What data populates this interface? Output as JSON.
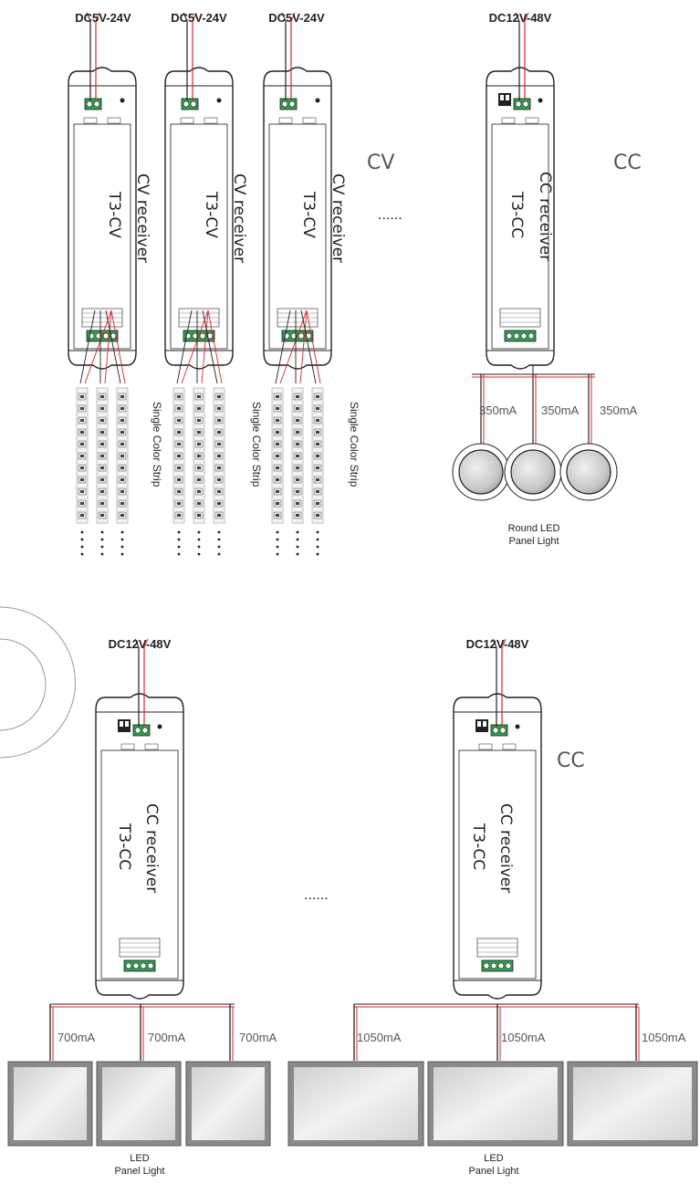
{
  "top": {
    "voltages": [
      "DC5V-24V",
      "DC5V-24V",
      "DC5V-24V",
      "DC12V-48V"
    ],
    "cv_receiver_name": "CV receiver",
    "cv_model": "T3-CV",
    "cc_receiver_name": "CC receiver",
    "cc_model": "T3-CC",
    "ellipsis": "......",
    "cv_tag": "CV",
    "cc_tag": "CC",
    "strip_label": "Single Color Strip",
    "round_currents": [
      "350mA",
      "350mA",
      "350mA"
    ],
    "round_caption_line1": "Round LED",
    "round_caption_line2": "Panel Light"
  },
  "bottom": {
    "left": {
      "voltage": "DC12V-48V",
      "receiver_name": "CC receiver",
      "model": "T3-CC",
      "currents": [
        "700mA",
        "700mA",
        "700mA"
      ],
      "caption_line1": "LED",
      "caption_line2": "Panel Light"
    },
    "ellipsis": "......",
    "right": {
      "voltage": "DC12V-48V",
      "receiver_name": "CC receiver",
      "model": "T3-CC",
      "cc_tag": "CC",
      "currents": [
        "1050mA",
        "1050mA",
        "1050mA"
      ],
      "caption_line1": "LED",
      "caption_line2": "Panel Light"
    }
  },
  "colors": {
    "wire_red": "#e0242b",
    "wire_black": "#231f20",
    "terminal_green": "#2e9e4f",
    "panel_frame": "#8a8a8a",
    "panel_fill": "#dcdcdc",
    "round_fill": "#d0d0d0"
  },
  "icons": [
    "led-strip-icon",
    "round-panel-light-icon",
    "square-panel-light-icon",
    "receiver-module-icon",
    "remote-signal-icon"
  ]
}
